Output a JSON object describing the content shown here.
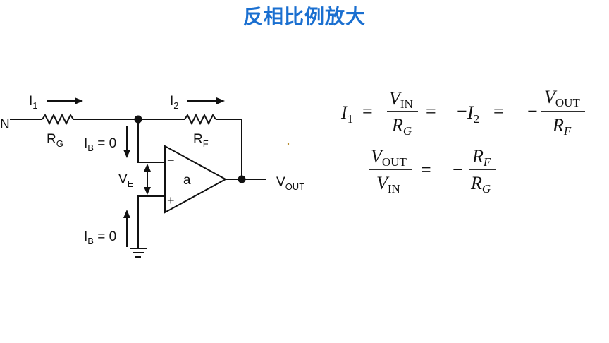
{
  "title": "反相比例放大",
  "circuit": {
    "input_label_fragment": "N",
    "i1": {
      "main": "I",
      "sub": "1"
    },
    "i2": {
      "main": "I",
      "sub": "2"
    },
    "rg": {
      "main": "R",
      "sub": "G"
    },
    "rf": {
      "main": "R",
      "sub": "F"
    },
    "ib_top": {
      "main": "I",
      "sub": "B",
      "rest": " = 0"
    },
    "ib_bottom": {
      "main": "I",
      "sub": "B",
      "rest": " = 0"
    },
    "ve": {
      "main": "V",
      "sub": "E"
    },
    "opamp_label": "a",
    "minus_sign": "−",
    "plus_sign": "+",
    "vout": {
      "main": "V",
      "sub": "OUT"
    }
  },
  "equations": {
    "eq1": {
      "lhs": {
        "main": "I",
        "sub": "1"
      },
      "eq_sign": "=",
      "frac1": {
        "num_main": "V",
        "num_sub": "IN",
        "den_main": "R",
        "den_sub": "G"
      },
      "neg_term": {
        "sign": "−",
        "main": "I",
        "sub": "2"
      },
      "neg_frac": {
        "sign": "−",
        "num_main": "V",
        "num_sub": "OUT",
        "den_main": "R",
        "den_sub": "F"
      }
    },
    "eq2": {
      "lhs_frac": {
        "num_main": "V",
        "num_sub": "OUT",
        "den_main": "V",
        "den_sub": "IN"
      },
      "eq_sign": "=",
      "neg_frac": {
        "sign": "−",
        "num_main": "R",
        "num_sub": "F",
        "den_main": "R",
        "den_sub": "G"
      }
    }
  },
  "colors": {
    "title": "#1a6fd0",
    "ink": "#111111"
  }
}
